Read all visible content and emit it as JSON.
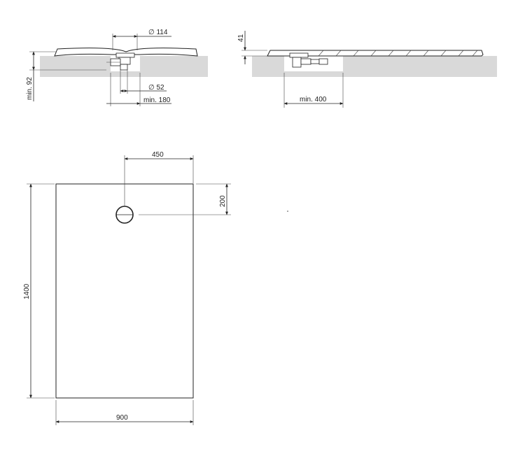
{
  "front_view": {
    "drain_diameter": "∅ 114",
    "waste_diameter": "∅ 52",
    "min_height": "min. 92",
    "min_width": "min. 180"
  },
  "side_view": {
    "tray_thickness": "41",
    "min_depth": "min. 400"
  },
  "plan_view": {
    "drain_offset_x": "450",
    "drain_offset_y": "200",
    "length": "1400",
    "width": "900"
  }
}
